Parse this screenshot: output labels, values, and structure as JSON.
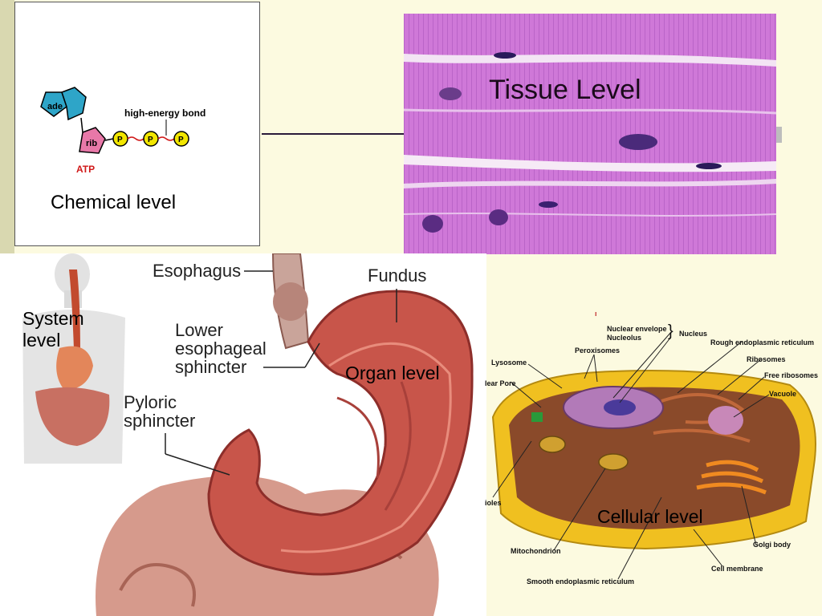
{
  "chemical": {
    "caption": "Chemical level",
    "molecule_labels": {
      "adenine": "ade",
      "ribose": "rib",
      "phosphate": "P",
      "bond": "high-energy bond",
      "name": "ATP"
    }
  },
  "tissue": {
    "caption": "Tissue Level"
  },
  "organ": {
    "caption": "Organ level",
    "system_caption": "System level",
    "labels": {
      "esophagus": "Esophagus",
      "fundus": "Fundus",
      "lower_sphincter": "Lower esophageal sphincter",
      "pyloric": "Pyloric sphincter"
    }
  },
  "cell": {
    "caption": "Cellular level",
    "labels": {
      "nuclear_envelope": "Nuclear envelope",
      "nucleolus": "Nucleolus",
      "nucleus": "Nucleus",
      "rough_er": "Rough endoplasmic reticulum",
      "peroxisomes": "Peroxisomes",
      "ribosomes": "Ribosomes",
      "lysosome": "Lysosome",
      "free_ribosomes": "Free ribosomes",
      "nuclear_pore": "lear Pore",
      "vacuole": "Vacuole",
      "vacuoles": "ioles",
      "golgi": "Golgi body",
      "mitochondrion": "Mitochondrion",
      "cell_membrane": "Cell membrane",
      "smooth_er": "Smooth endoplasmic reticulum"
    }
  },
  "colors": {
    "background": "#fcfae0",
    "adenine": "#2ea5c8",
    "ribose": "#e878a8",
    "phosphate": "#f2e600",
    "atp_label": "#d01818",
    "tissue": "#c86ad0"
  }
}
